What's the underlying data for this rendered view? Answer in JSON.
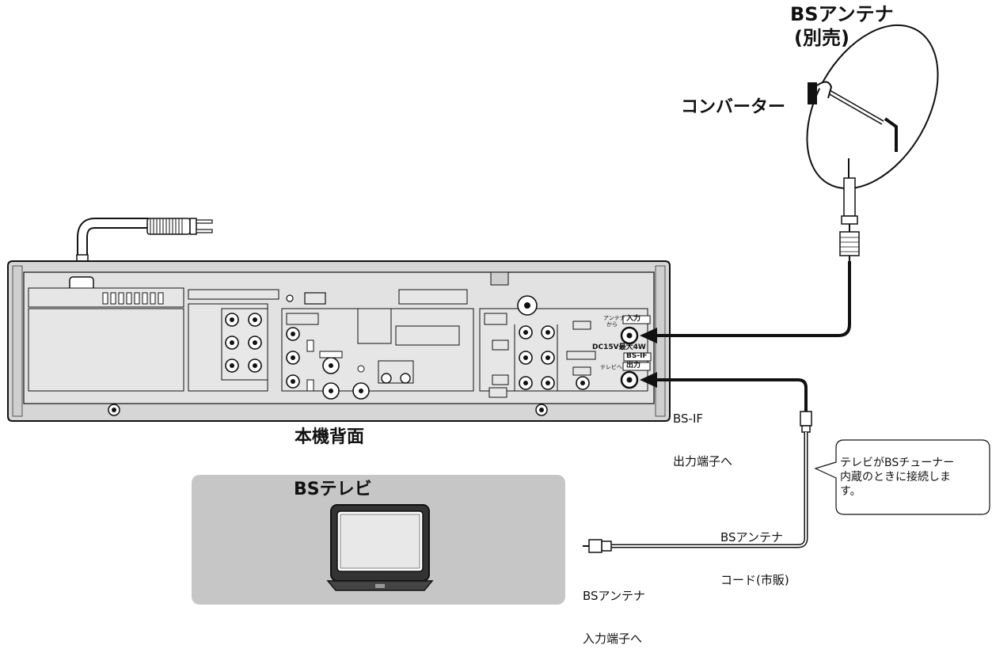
{
  "labels": {
    "antenna_title": "BSアンテナ",
    "antenna_sold": "(別売)",
    "converter": "コンバーター",
    "rear_panel": "本機背面",
    "tv_label": "BSテレビ",
    "bsif_line1": "BS-IF",
    "bsif_line2": "出力端子へ",
    "cable_line1": "BSアンテナ",
    "cable_line2": "コード(市販)",
    "tv_input_line1": "BSアンテナ",
    "tv_input_line2": "入力端子へ",
    "callout_line1": "テレビがBSチューナー",
    "callout_line2": "内蔵のときに接続しま",
    "callout_line3": "す。"
  },
  "panel_labels": {
    "antenna_from": "アンテナ",
    "kara": "から",
    "input": "入力",
    "dc": "DC15V最大4W",
    "bsif": "BS-IF",
    "tv_he": "テレビへ",
    "output": "出力"
  },
  "colors": {
    "panel_gray": "#d9d9d9",
    "tv_box": "#bfbfbf",
    "line": "#111111"
  }
}
